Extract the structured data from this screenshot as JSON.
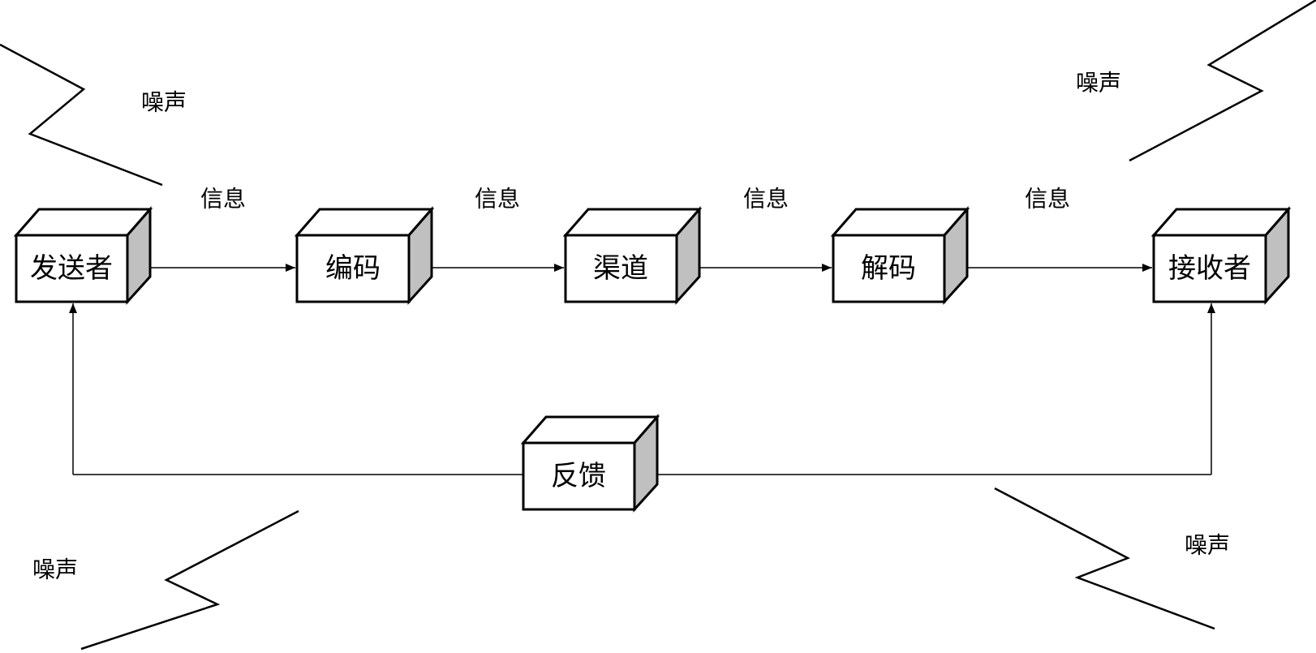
{
  "nodes": {
    "sender": {
      "label": "发送者"
    },
    "encode": {
      "label": "编码"
    },
    "channel": {
      "label": "渠道"
    },
    "decode": {
      "label": "解码"
    },
    "receiver": {
      "label": "接收者"
    },
    "feedback": {
      "label": "反馈"
    }
  },
  "messages": [
    {
      "label": "信息"
    },
    {
      "label": "信息"
    },
    {
      "label": "信息"
    },
    {
      "label": "信息"
    }
  ],
  "noise": [
    {
      "label": "噪声"
    },
    {
      "label": "噪声"
    },
    {
      "label": "噪声"
    },
    {
      "label": "噪声"
    }
  ],
  "colors": {
    "box_face": "#ffffff",
    "box_side": "#c0c0c0",
    "stroke": "#000000"
  }
}
